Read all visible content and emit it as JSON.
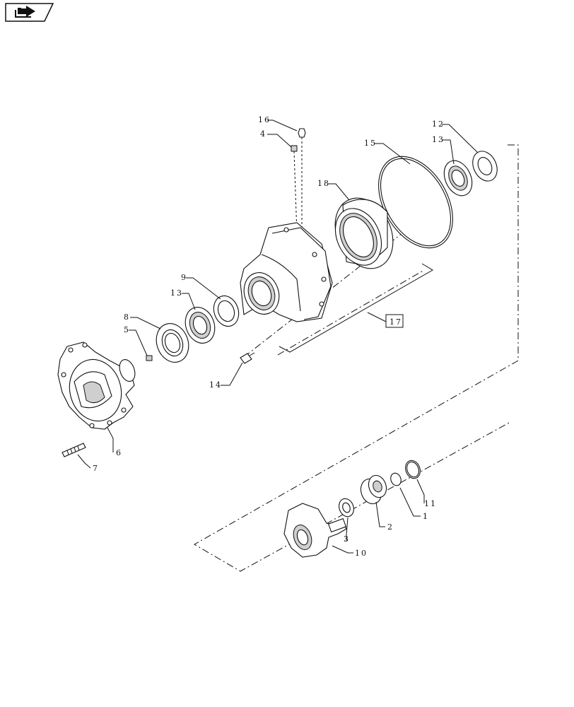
{
  "callouts": {
    "c1": "1",
    "c2": "2",
    "c3": "3",
    "c4": "4",
    "c5": "5",
    "c6": "6",
    "c7": "7",
    "c8": "8",
    "c9": "9",
    "c10": "10",
    "c11": "11",
    "c12": "12",
    "c13a": "13",
    "c13b": "13",
    "c14": "14",
    "c15": "15",
    "c16": "16",
    "c17": "17",
    "c18": "18"
  },
  "icons": {
    "corner": "book-arrow-icon"
  }
}
